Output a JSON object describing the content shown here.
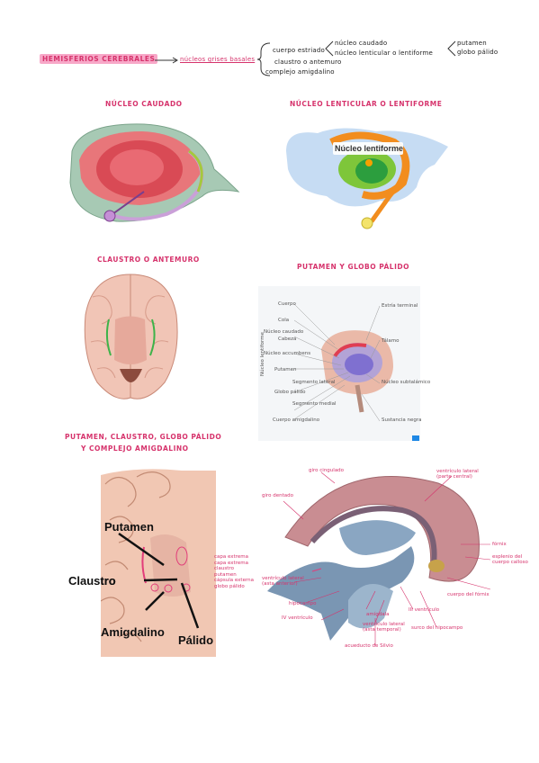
{
  "header": {
    "main": "HEMISFERIOS CEREBRALES",
    "arrow_target": "núcleos grises basales",
    "branch1": "cuerpo estriado",
    "branch1_a": "núcleo caudado",
    "branch1_b": "núcleo lenticular o lentiforme",
    "branch1_b1": "putamen",
    "branch1_b2": "globo pálido",
    "branch2": "claustro o antemuro",
    "branch3": "complejo amigdalino"
  },
  "sections": {
    "caudado": "NÚCLEO CAUDADO",
    "lenticular": "NÚCLEO LENTICULAR O LENTIFORME",
    "claustro": "CLAUSTRO O ANTEMURO",
    "putamen_globo": "PUTAMEN Y GLOBO PÁLIDO",
    "combo_l1": "PUTAMEN, CLAUSTRO, GLOBO PÁLIDO",
    "combo_l2": "Y COMPLEJO AMIGDALINO"
  },
  "lentiforme_tag": "Núcleo lentiforme",
  "diagram_labels": {
    "left": [
      "Cuerpo",
      "Cola",
      "Núcleo caudado",
      "Cabeza",
      "Núcleo accumbens",
      "Putamen",
      "Globo pálido",
      "Segmento lateral",
      "Segmento medial",
      "Cuerpo amigdalino"
    ],
    "right": [
      "Estría terminal",
      "Tálamo",
      "Núcleo subtalámico",
      "Sustancia negra"
    ],
    "side": "Núcleo lentiforme"
  },
  "amygdala_labels": {
    "putamen": "Putamen",
    "claustro": "Claustro",
    "amigdalino": "Amigdalino",
    "palido": "Pálido",
    "small": [
      "capa extrema",
      "capa extrema",
      "claustro",
      "putamen",
      "cápsula externa",
      "globo pálido"
    ]
  },
  "ventricle_labels": {
    "giro_cingulado": "giro cingulado",
    "giro_dentado": "giro dentado",
    "vent_lat_central": "ventrículo lateral (parte central)",
    "fornix": "fórnix",
    "esplenio": "esplenio del cuerpo calloso",
    "cuerpo": "cuerpo del fórnix",
    "vent_lat_frontal": "ventrículo lateral (asta anterior)",
    "hipocampo": "hipocampo",
    "iv_vent": "IV ventrículo",
    "amigdala": "amígdala",
    "iii_vent": "III ventrículo",
    "vent_lat_temporal": "ventrículo lateral (asta temporal)",
    "surco": "surco del hipocampo",
    "acueducto": "acueducto de Silvio"
  }
}
